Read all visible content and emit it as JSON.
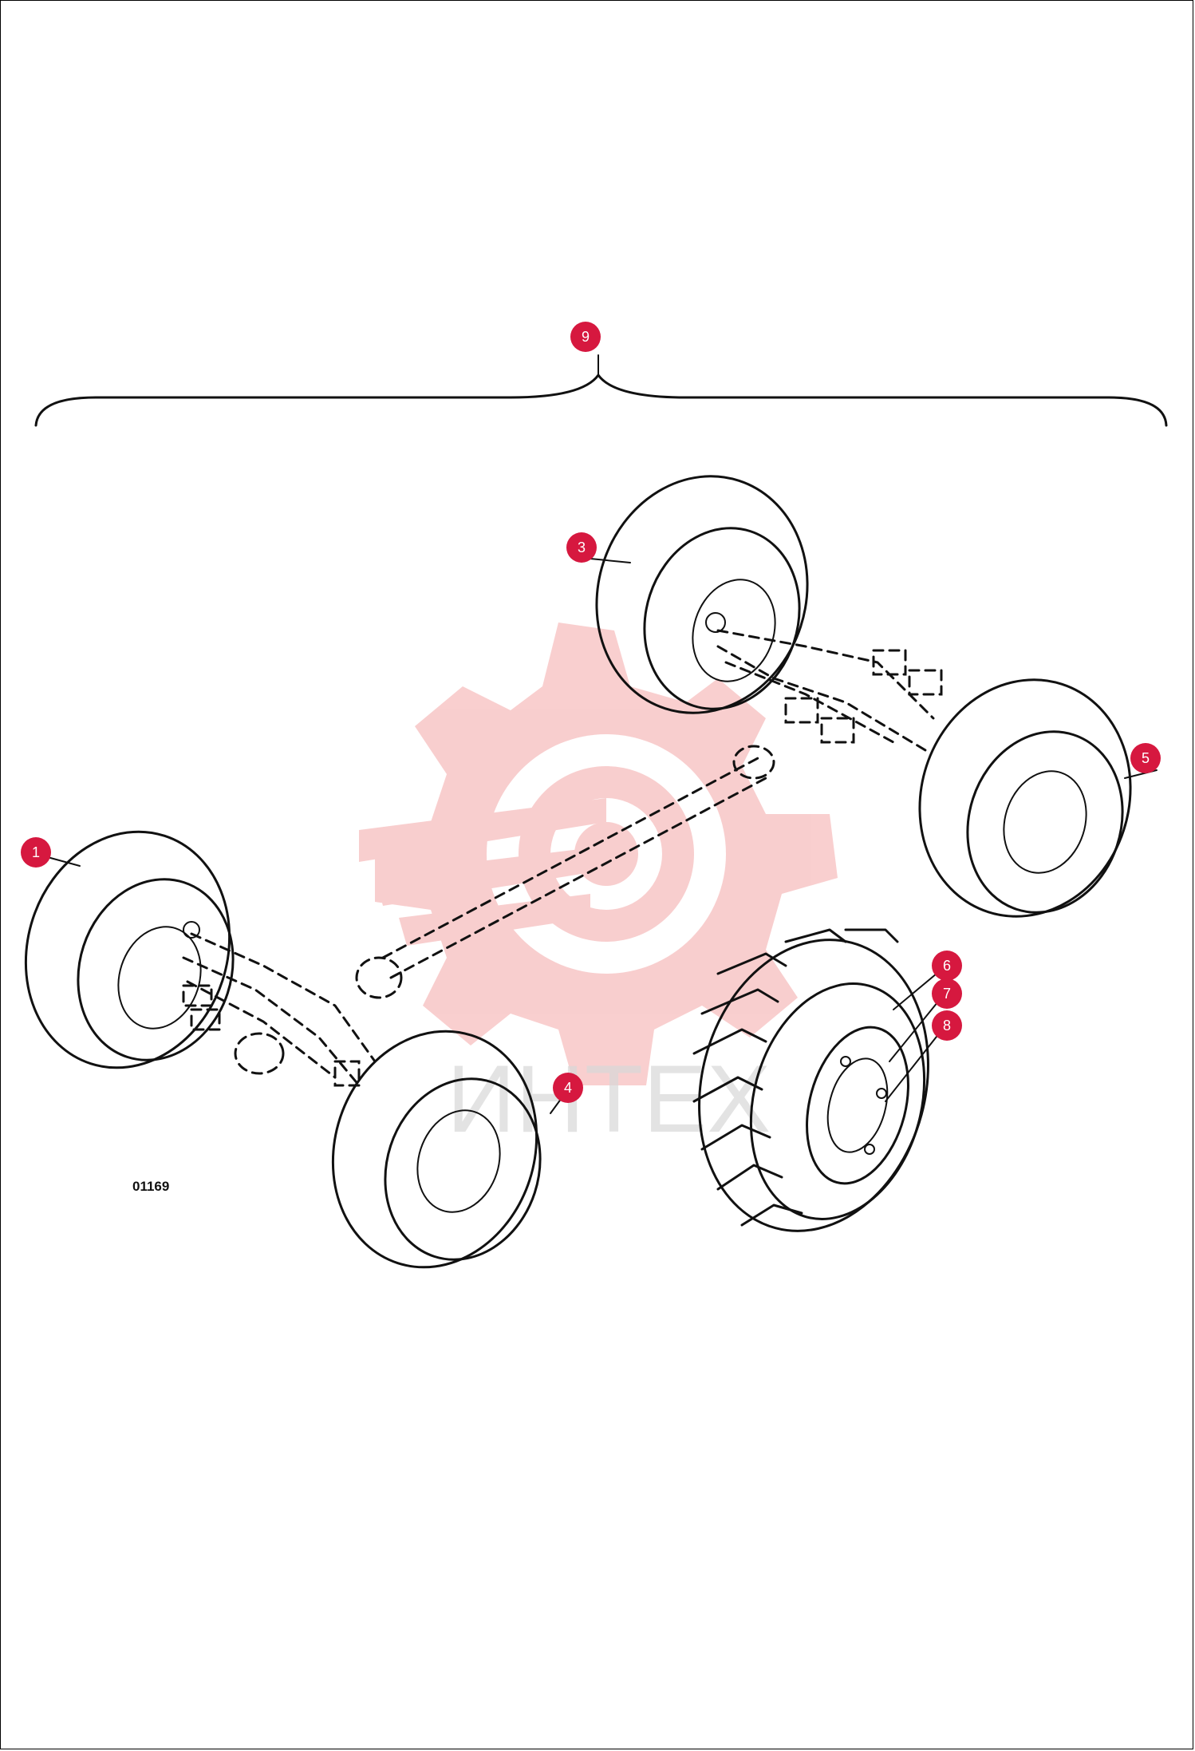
{
  "figure_code": "01169",
  "watermark_text": "ИНТЕХ",
  "colors": {
    "marker": "#d6183f",
    "marker_text": "#ffffff",
    "line": "#111111",
    "watermark": "#f4a7a7"
  },
  "callouts": [
    {
      "id": "callout-1",
      "label": "1"
    },
    {
      "id": "callout-3",
      "label": "3"
    },
    {
      "id": "callout-4",
      "label": "4"
    },
    {
      "id": "callout-5",
      "label": "5"
    },
    {
      "id": "callout-6",
      "label": "6"
    },
    {
      "id": "callout-7",
      "label": "7"
    },
    {
      "id": "callout-8",
      "label": "8"
    },
    {
      "id": "callout-9",
      "label": "9"
    }
  ]
}
